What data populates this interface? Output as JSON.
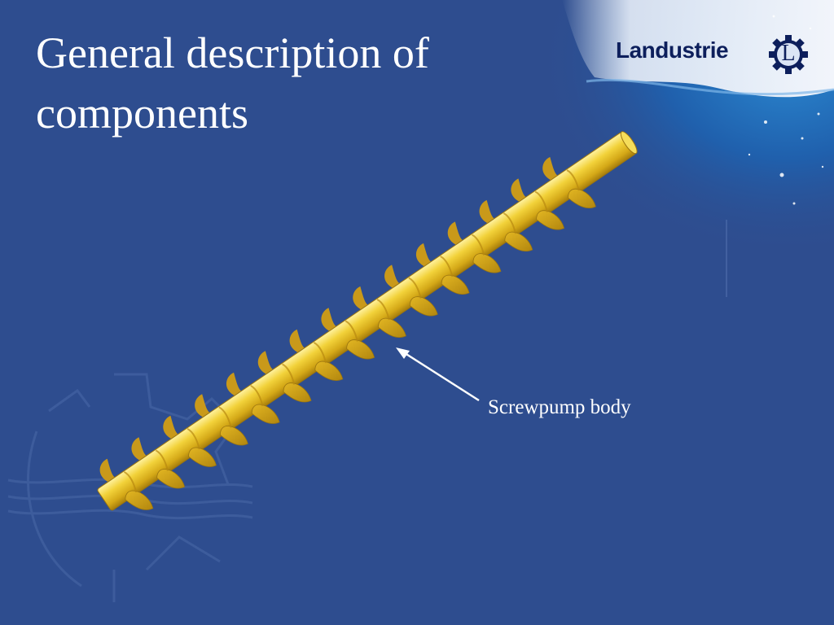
{
  "slide": {
    "title_lines": [
      "General description of",
      "components"
    ],
    "callout_label": "Screwpump body"
  },
  "logo": {
    "brand": "Landustrie",
    "mark_letter": "L"
  },
  "colors": {
    "background": "#2e4d8f",
    "text": "#ffffff",
    "screw_gold": "#e8c02a",
    "logo_navy": "#0d1f5c"
  }
}
